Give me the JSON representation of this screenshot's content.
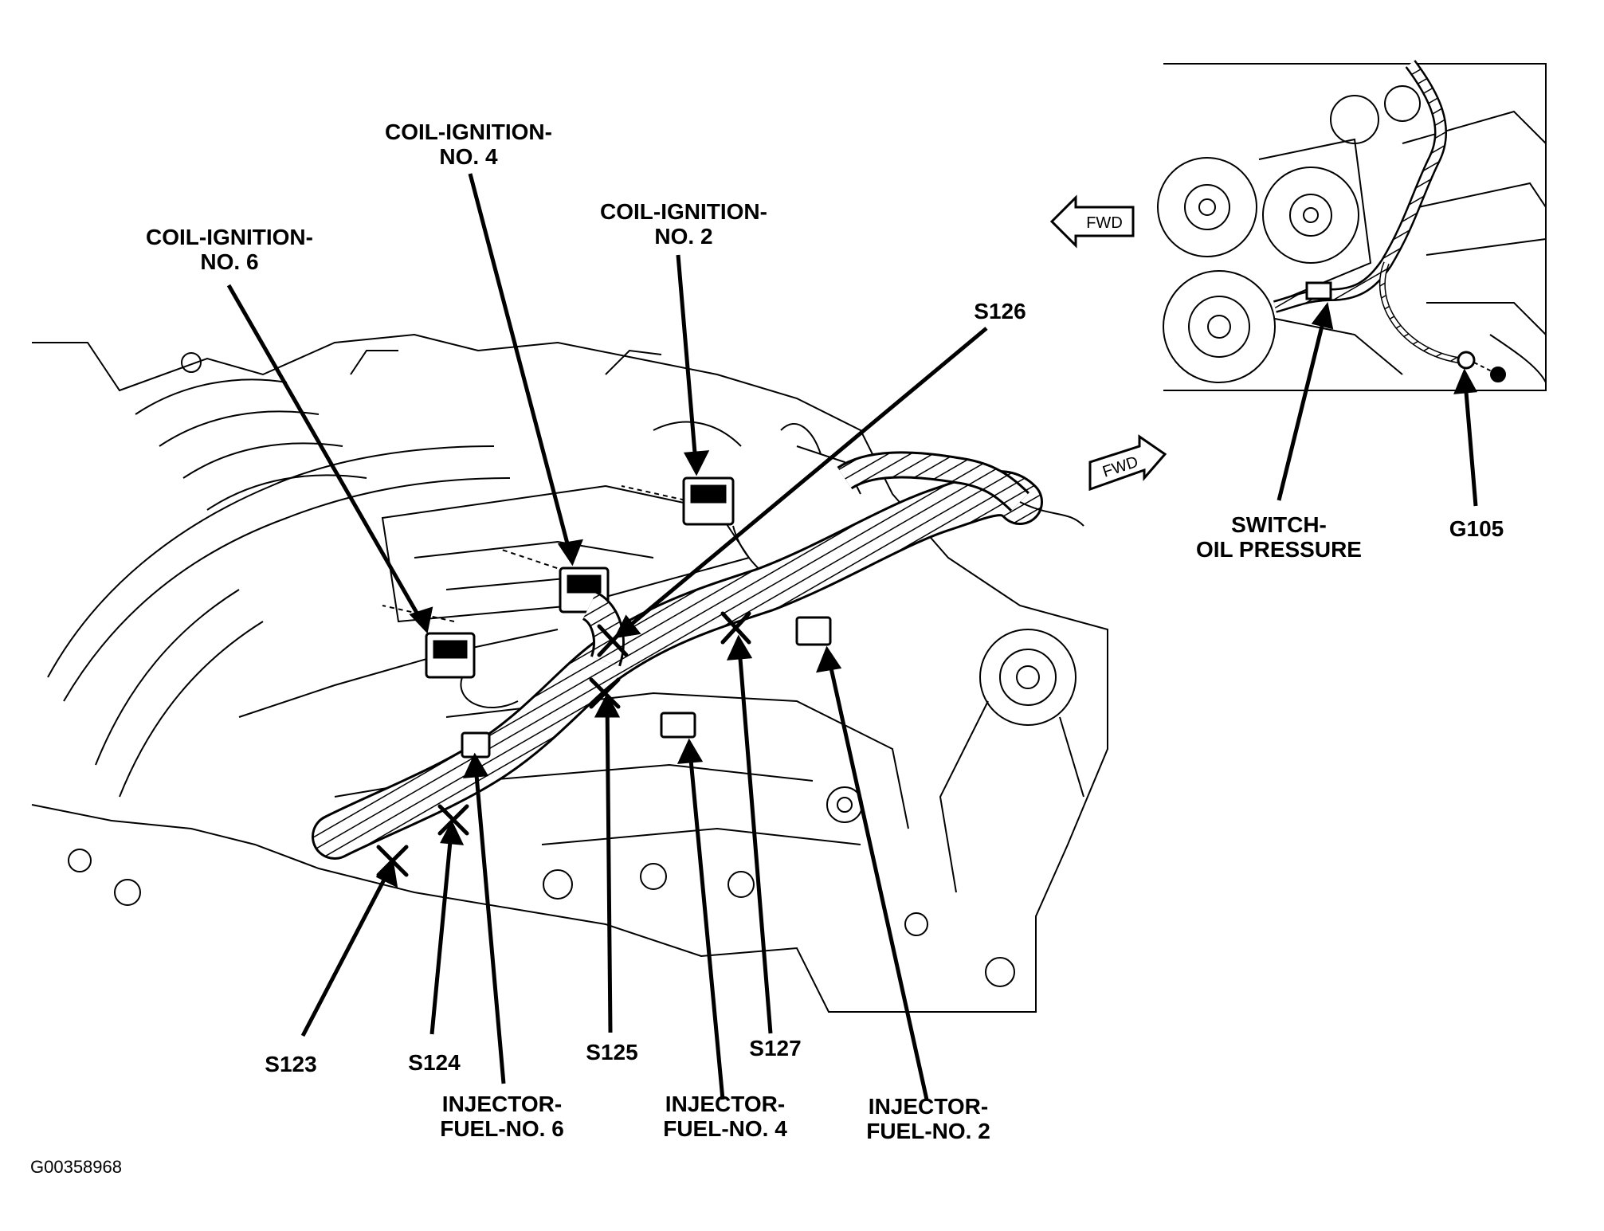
{
  "labels": {
    "coil6": [
      "COIL-IGNITION-",
      "NO. 6"
    ],
    "coil4": [
      "COIL-IGNITION-",
      "NO. 4"
    ],
    "coil2": [
      "COIL-IGNITION-",
      "NO. 2"
    ],
    "s126": "S126",
    "s123": "S123",
    "s124": "S124",
    "s125": "S125",
    "s127": "S127",
    "inj6": [
      "INJECTOR-",
      "FUEL-NO. 6"
    ],
    "inj4": [
      "INJECTOR-",
      "FUEL-NO. 4"
    ],
    "inj2": [
      "INJECTOR-",
      "FUEL-NO. 2"
    ],
    "switch": [
      "SWITCH-",
      "OIL PRESSURE"
    ],
    "g105": "G105"
  },
  "fwd_arrows": [
    "FWD",
    "FWD"
  ],
  "figure_id": "G00358968"
}
